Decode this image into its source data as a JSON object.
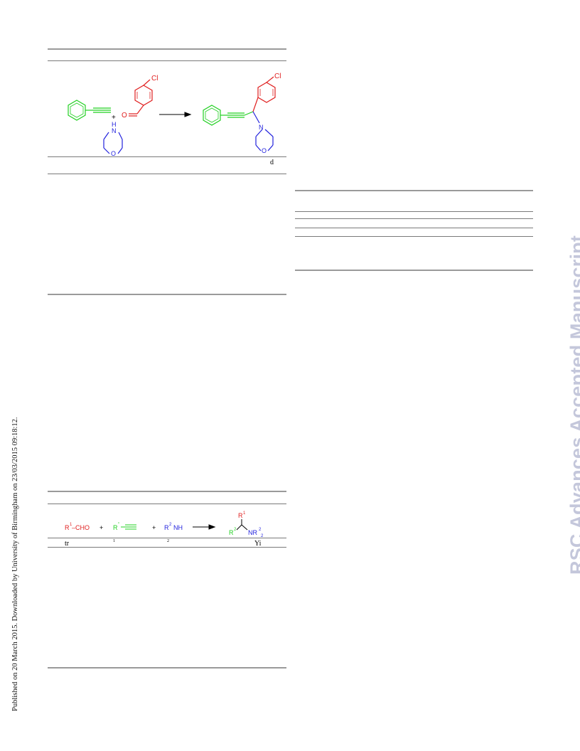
{
  "side_note": "Published on 20 March 2015. Downloaded by University of Birmingham on 23/03/2015 09:18:12.",
  "watermark": "RSC Advances Accepted Manuscript",
  "table1": {
    "scheme_labels": {
      "cl_top": "Cl",
      "aldehyde_o": "O",
      "plus": "+",
      "morpholine_nh": "H",
      "morpholine_n": "N",
      "morpholine_o": "O",
      "cl_product": "Cl",
      "product_n": "N",
      "product_o": "O"
    },
    "header_cell": "d"
  },
  "table3": {
    "scheme_labels": {
      "r1_cho": "R",
      "r1_sup": "1",
      "cho": "–CHO",
      "plus1": "+",
      "r_alkyne": "R",
      "r_alkyne_sup": "''",
      "plus2": "+",
      "r2_nh": "R",
      "r2_sup": "2",
      "nh": "NH",
      "prod_r1": "R",
      "prod_r1_sup": "1",
      "prod_r2": "R",
      "prod_r2_sup": "2",
      "prod_nr": "NR",
      "prod_nr_sup": "2",
      "prod_nr_sub": "2"
    },
    "header": [
      "tr",
      "1",
      "2",
      "Yi"
    ]
  },
  "colors": {
    "green": "#22d022",
    "red": "#e02020",
    "blue": "#2222dd",
    "rule": "#9a9a9a",
    "watermark": "#c4c7db"
  }
}
